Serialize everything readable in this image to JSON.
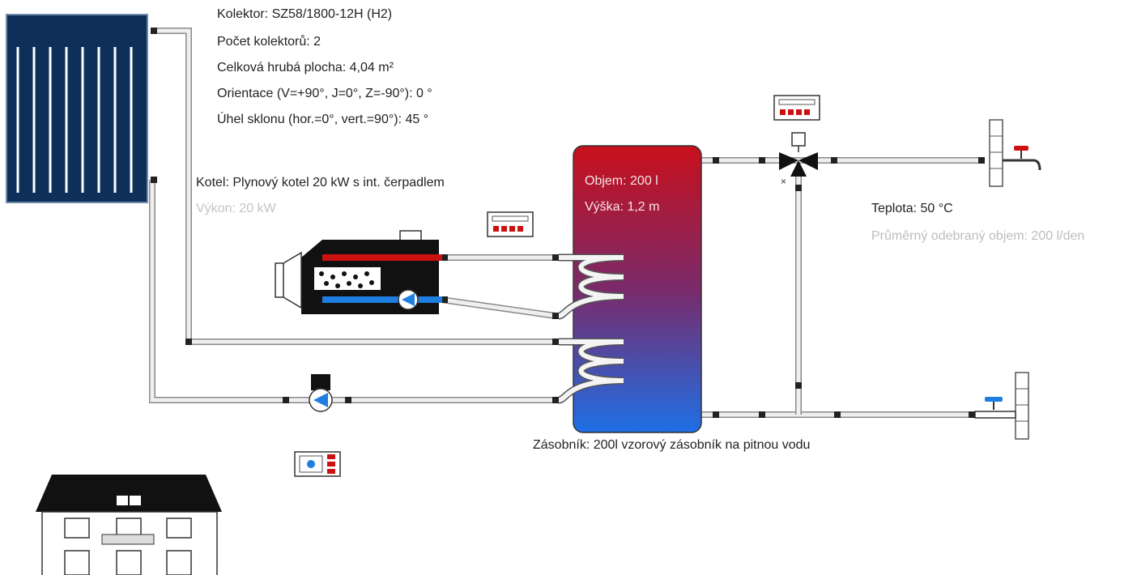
{
  "collector": {
    "model": "Kolektor: SZ58/1800-12H (H2)",
    "count": "Počet kolektorů: 2",
    "area": "Celková hrubá plocha: 4,04 m²",
    "orientation": "Orientace (V=+90°, J=0°, Z=-90°): 0 °",
    "tilt": "Úhel sklonu (hor.=0°, vert.=90°): 45 °"
  },
  "boiler": {
    "name": "Kotel: Plynový kotel 20 kW s int. čerpadlem",
    "power": "Výkon: 20 kW"
  },
  "tank": {
    "volume": "Objem: 200 l",
    "height": "Výška: 1,2 m",
    "name": "Zásobník: 200l vzorový zásobník na pitnou vodu"
  },
  "hot_water": {
    "temperature": "Teplota: 50 °C",
    "consumption": "Průměrný odebraný objem: 200 l/den"
  },
  "colors": {
    "collector": "#0d2f5a",
    "tank_top": "#c8101c",
    "tank_bottom": "#1e6fe6",
    "hot_pipe": "#cc1111",
    "cold_pipe": "#1e7fe0",
    "pipe": "#c4c4c4"
  }
}
